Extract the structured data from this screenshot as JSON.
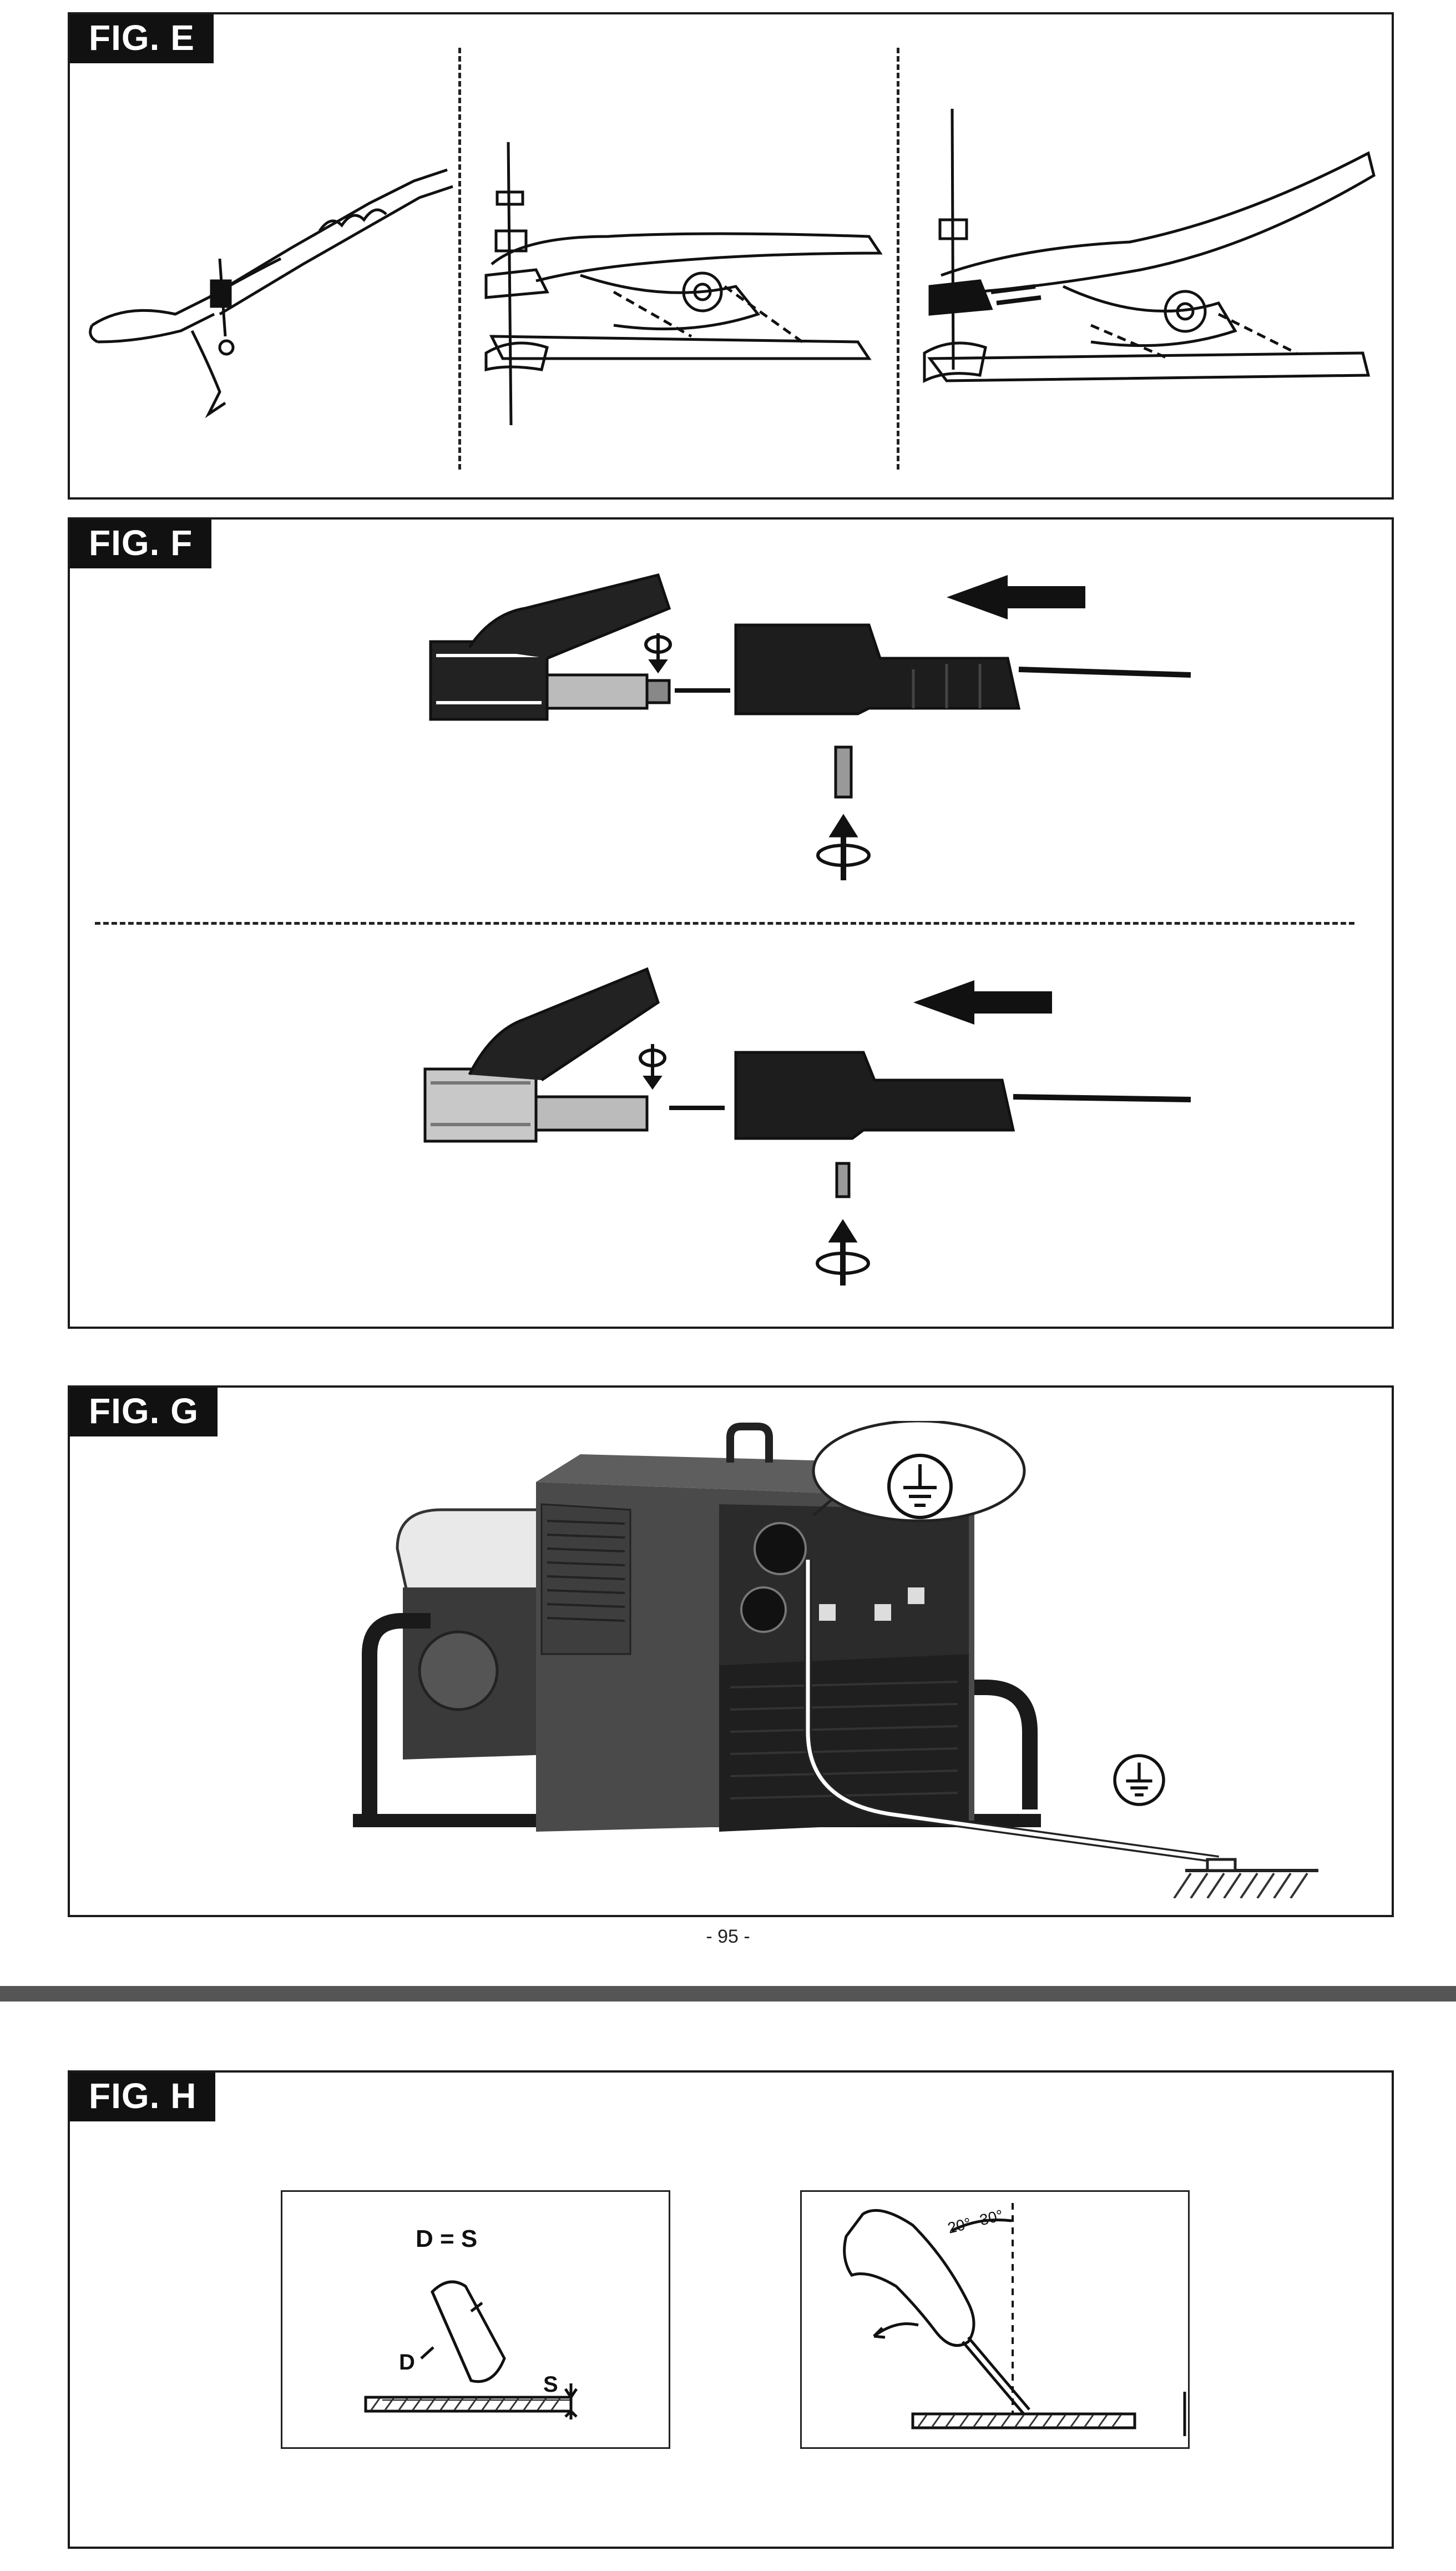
{
  "figures": {
    "e": {
      "label": "FIG. E"
    },
    "f": {
      "label": "FIG. F"
    },
    "g": {
      "label": "FIG. G"
    },
    "h": {
      "label": "FIG. H",
      "formula": "D = S",
      "d_label": "D",
      "s_label": "S",
      "angle_label": "20°- 30°"
    }
  },
  "page": {
    "number": "- 95 -"
  },
  "colors": {
    "ink": "#111111",
    "divider": "#555555",
    "machine": "#3a3a3a"
  },
  "icons": [
    "earth-ground-icon",
    "rotate-arrow-icon",
    "push-arrow-icon"
  ]
}
